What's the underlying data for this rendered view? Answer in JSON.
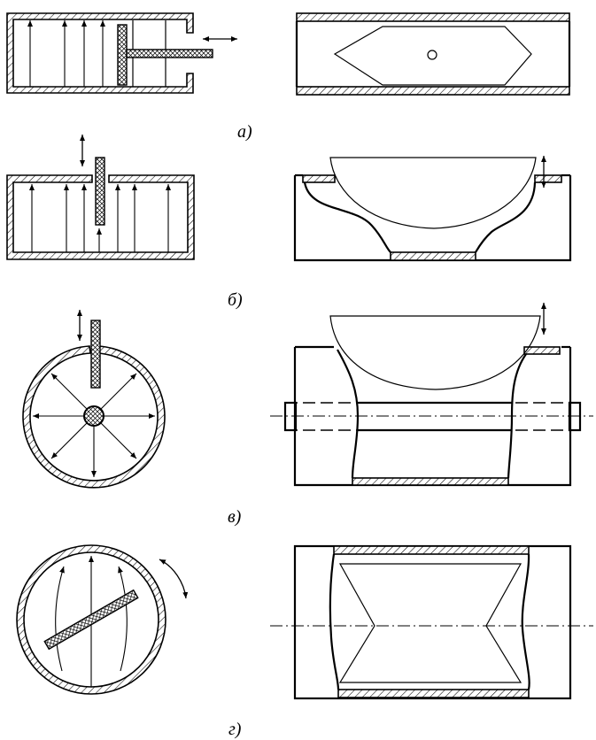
{
  "figure": {
    "labels": {
      "a": "а)",
      "b": "б)",
      "v": "в)",
      "g": "г)"
    }
  }
}
